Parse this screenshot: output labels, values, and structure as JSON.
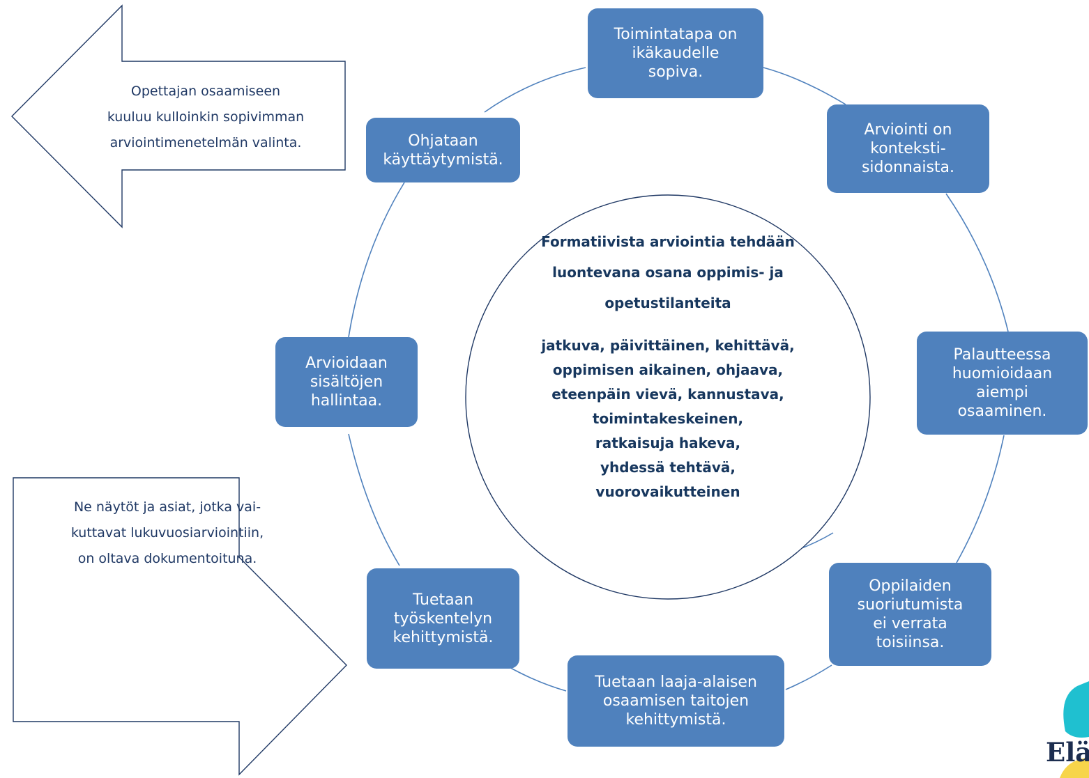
{
  "colors": {
    "node_fill": "#4F81BD",
    "connector": "#4F81BD",
    "center_text": "#17375E",
    "arrow_text": "#1F3864",
    "logo_teal": "#1FC0D0",
    "logo_yellow": "#F7D54A"
  },
  "center": {
    "heading": "Formatiivista arviointia tehdään\nluontevana osana oppimis- ja\nopetustilanteita",
    "qualities": "jatkuva, päivittäinen, kehittävä,\noppimisen aikainen, ohjaava,\neteenpäin vievä, kannustava,\ntoimintakeskeinen,\nratkaisuja hakeva,\nyhdessä tehtävä,\nvuorovaikutteinen"
  },
  "nodes": [
    {
      "id": "toimintatapa",
      "label": "Toimintatapa on\nikäkaudelle\nsopiva."
    },
    {
      "id": "kontekstisidonnainen",
      "label": "Arviointi on\nkonteksti-\nsidonnaista."
    },
    {
      "id": "aiempi-osaaminen",
      "label": "Palautteessa\nhuomioidaan\naiempi\nosaaminen."
    },
    {
      "id": "ei-verrata",
      "label": "Oppilaiden\nsuoriutumista\nei verrata\ntoisiinsa."
    },
    {
      "id": "laaja-alainen",
      "label": "Tuetaan laaja-alaisen\nosaamisen taitojen\nkehittymistä."
    },
    {
      "id": "tyoskentely",
      "label": "Tuetaan\ntyöskentelyn\nkehittymistä."
    },
    {
      "id": "sisaltojen-hallinta",
      "label": "Arvioidaan\nsisältöjen\nhallintaa."
    },
    {
      "id": "kayttaytyminen",
      "label": "Ohjataan\nkäyttäytymistä."
    }
  ],
  "arrows": {
    "left_text": "Opettajan osaamiseen\nkuuluu kulloinkin sopivimman\narviointimenetelmän valinta.",
    "right_text": "Ne näytöt ja asiat, jotka vai-\nkuttavat lukuvuosiarviointiin,\non oltava dokumentoituna."
  },
  "logo": {
    "text": "Eläm"
  }
}
